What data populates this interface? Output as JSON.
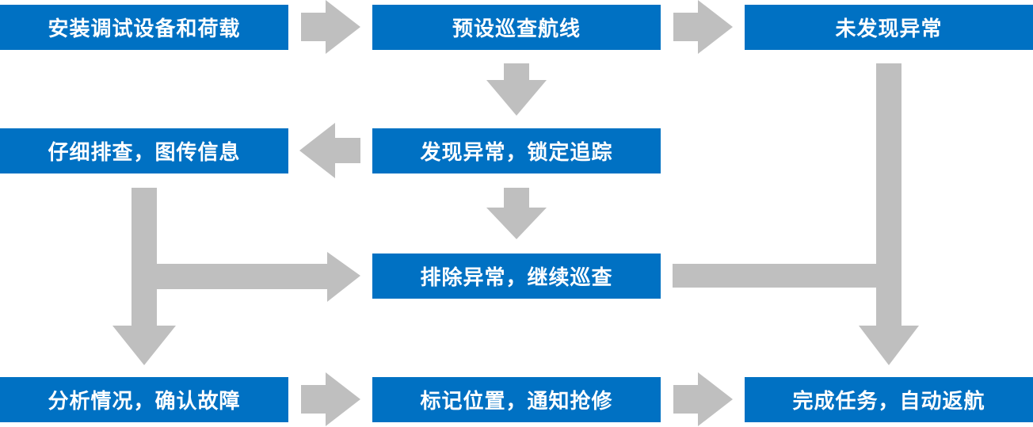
{
  "colors": {
    "box_fill": "#0071C3",
    "box_text": "#FFFFFF",
    "arrow_fill": "#BFBFBF"
  },
  "steps": {
    "install": "安装调试设备和荷载",
    "preset_route": "预设巡查航线",
    "no_anomaly": "未发现异常",
    "inspect_detail": "仔细排查，图传信息",
    "found_anomaly": "发现异常，锁定追踪",
    "clear_anomaly": "排除异常，继续巡查",
    "analyze": "分析情况，确认故障",
    "mark_location": "标记位置，通知抢修",
    "complete_return": "完成任务，自动返航"
  }
}
